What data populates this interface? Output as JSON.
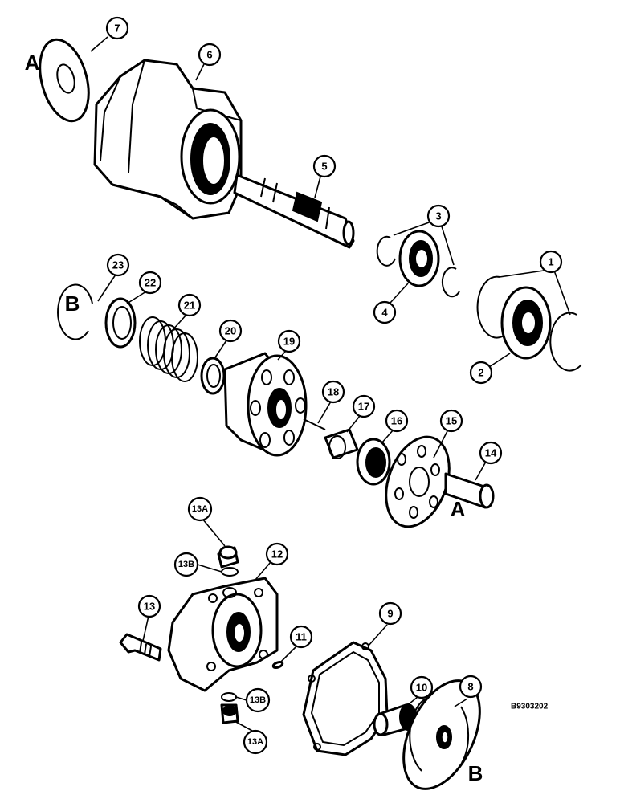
{
  "figure_code": "B9303202",
  "match_letters": {
    "a_top": "A",
    "a_bottom": "A",
    "b_top": "B",
    "b_bottom": "B"
  },
  "callouts": {
    "c1": "1",
    "c2": "2",
    "c3": "3",
    "c4": "4",
    "c5": "5",
    "c6": "6",
    "c7": "7",
    "c8": "8",
    "c9": "9",
    "c10": "10",
    "c11": "11",
    "c12": "12",
    "c13": "13",
    "c13a_top": "13A",
    "c13b_top": "13B",
    "c13b_bottom": "13B",
    "c13a_bottom": "13A",
    "c14": "14",
    "c15": "15",
    "c16": "16",
    "c17": "17",
    "c18": "18",
    "c19": "19",
    "c20": "20",
    "c21": "21",
    "c22": "22",
    "c23": "23"
  }
}
